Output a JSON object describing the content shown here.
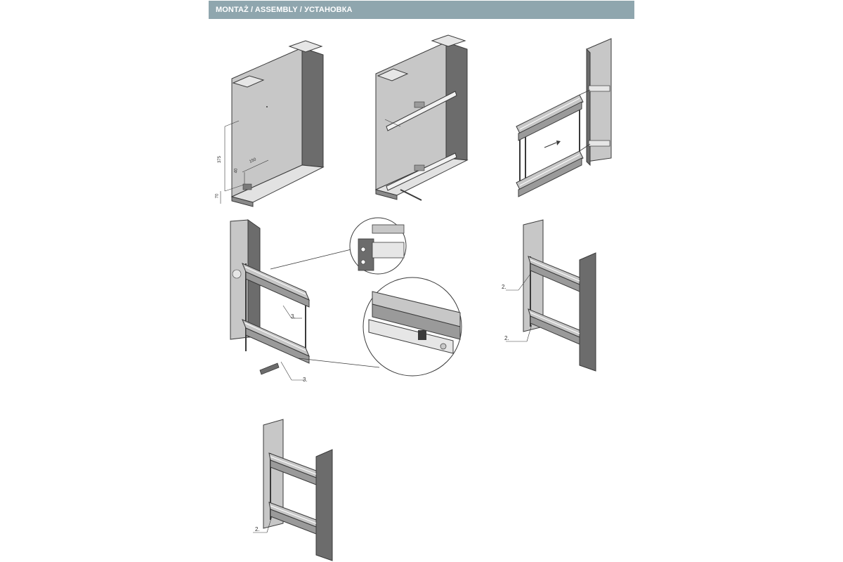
{
  "header": {
    "title": "MONTAŻ / ASSEMBLY / УСТАНОВКА",
    "color": "#8fa6ae"
  },
  "colors": {
    "panel_face": "#c7c7c7",
    "panel_side": "#6c6c6c",
    "panel_light": "#e6e6e6",
    "outline": "#3a3a3a",
    "basket_rail": "#9a9a9a"
  },
  "step1": {
    "dim_vertical": "375",
    "dim_horizontal": "150",
    "dim_small_a": "40",
    "dim_small_b": "70"
  },
  "step4": {
    "callout_upper": "3.",
    "callout_lower": "3."
  },
  "step5": {
    "callout_upper": "2.",
    "callout_lower": "2."
  },
  "step6": {
    "callout": "2."
  }
}
